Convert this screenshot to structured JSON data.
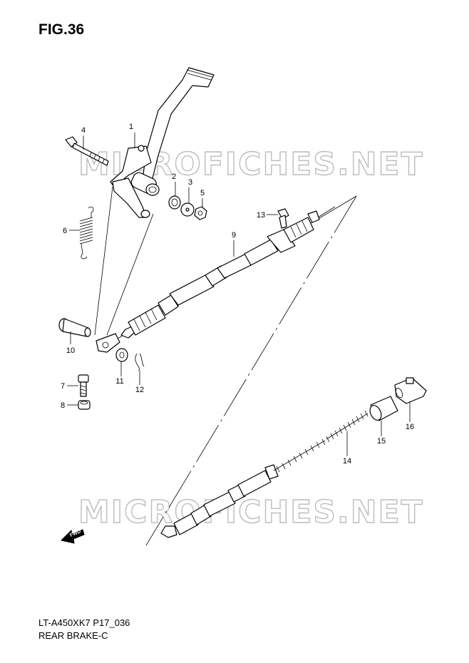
{
  "figure": {
    "title": "FIG.36",
    "model_code": "LT-A450XK7 P17_036",
    "section_name": "REAR BRAKE-C"
  },
  "watermarks": [
    "MICROFICHES.NET",
    "MICROFICHES.NET"
  ],
  "direction_marker": "FWD",
  "callouts": [
    "1",
    "2",
    "3",
    "4",
    "5",
    "6",
    "7",
    "8",
    "9",
    "10",
    "11",
    "12",
    "13",
    "14",
    "15",
    "16"
  ]
}
